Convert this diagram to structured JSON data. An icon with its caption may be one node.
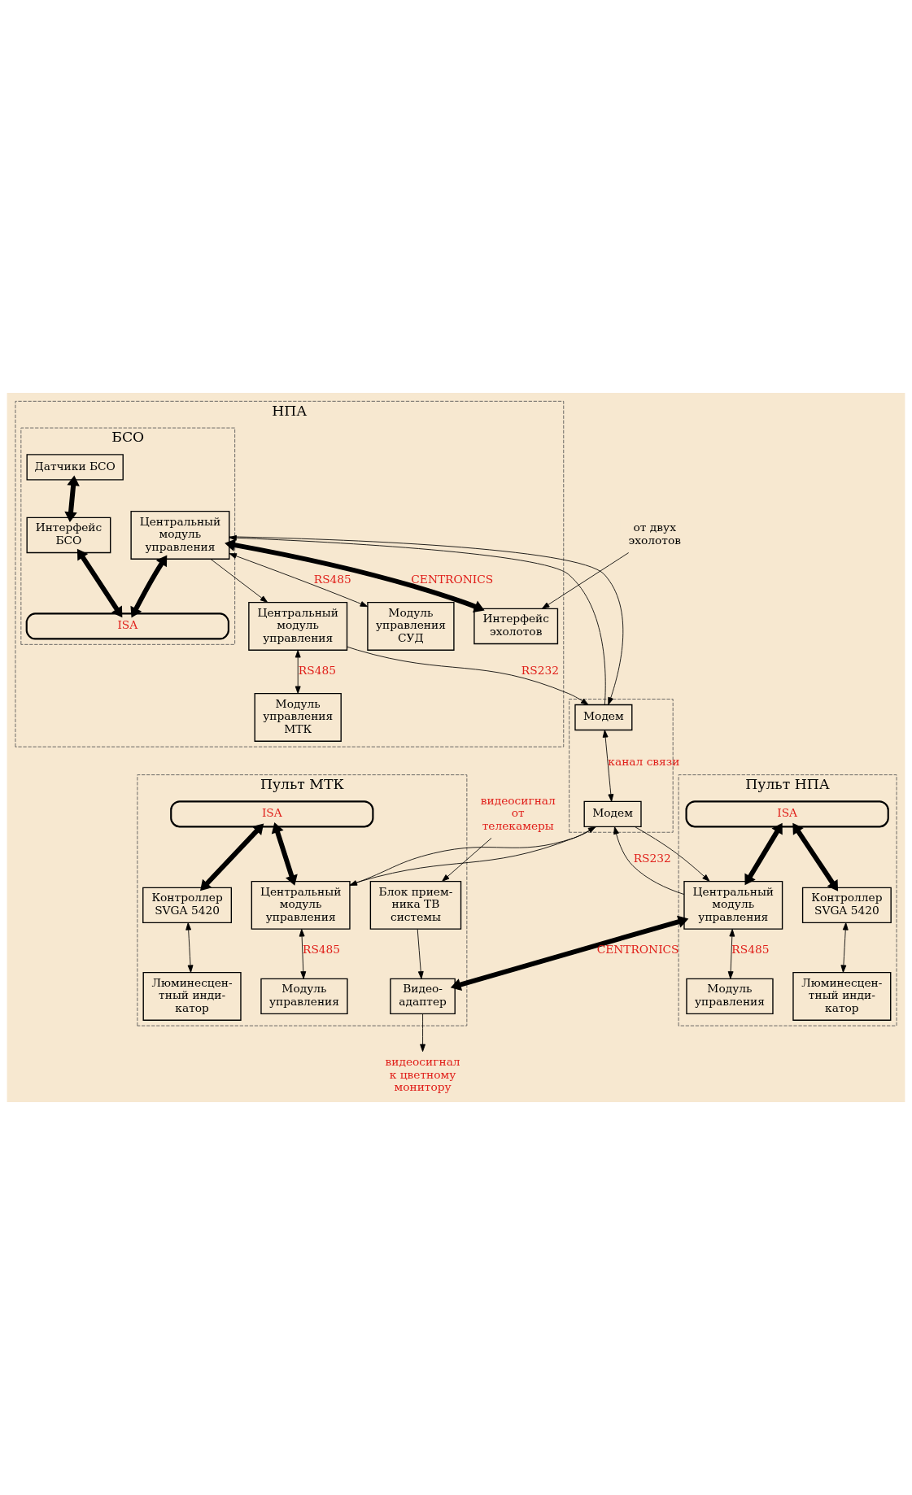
{
  "diagram": {
    "nodes": [
      {
        "text": [
          "НПА"
        ]
      },
      {
        "text": [
          "БСО"
        ],
        "in": 0
      },
      {
        "text": [
          "ISA"
        ],
        "in": 1
      },
      {
        "text": [
          "Датчики БСО"
        ],
        "in": 1
      },
      {
        "text": [
          "Интерфейс БСО"
        ],
        "in": 1
      },
      {
        "text": [
          "Центральный модуль управления"
        ],
        "in": 1
      },
      {
        "text": [
          "Интерфейс эхолотов"
        ],
        "in": 0
      },
      {
        "text": [
          "Центральный модуль управления"
        ],
        "in": 0
      },
      {
        "text": [
          "Модуль управления МТК"
        ],
        "in": 0
      },
      {
        "text": [
          "Модуль управления СУД"
        ],
        "in": 0
      },
      {
        "text": [],
        "shape": "box"
      },
      {
        "text": [
          "Модем"
        ],
        "in": 10
      },
      {
        "text": [
          "Модем"
        ],
        "in": 10
      },
      {
        "text": [
          "Пульт МТК"
        ]
      },
      {
        "text": [
          "ISA"
        ],
        "in": 13
      },
      {
        "text": [
          "Центральный модуль управления"
        ],
        "in": 13
      },
      {
        "text": [
          "Контроллер SVGA 5420"
        ],
        "in": 13
      },
      {
        "text": [
          "Люминесцен- тный инди- катор"
        ],
        "in": 13
      },
      {
        "text": [
          "Видео- адаптер"
        ],
        "in": 13
      },
      {
        "text": [
          "Блок прием- ника ТВ системы"
        ],
        "in": 13
      },
      {
        "text": [
          "Модуль управления"
        ],
        "in": 13
      },
      {
        "text": [
          "Пульт НПА"
        ]
      },
      {
        "text": [
          "Центральный модуль управления"
        ],
        "in": 21
      },
      {
        "text": [
          "Контроллер SVGA 5420"
        ],
        "in": 21
      },
      {
        "text": [
          "Люминесцен- тный инди- катор"
        ],
        "in": 21
      },
      {
        "text": [
          "Модуль управления"
        ],
        "in": 21
      },
      {
        "text": [
          "ISA"
        ],
        "in": 21
      },
      {
        "text": [
          "от двух эхолотов"
        ]
      },
      {
        "text": [
          "видеосигнал к цветному монитору"
        ]
      },
      {
        "text": [
          "видеосигнал от телекамеры"
        ]
      }
    ],
    "edges": [
      {
        "from": 3,
        "to": 4,
        "arrow": "both",
        "style": "thick"
      },
      {
        "from": 4,
        "to": 2,
        "arrow": "both",
        "style": "thick"
      },
      {
        "from": 5,
        "to": 2,
        "arrow": "both",
        "style": "thick"
      },
      {
        "from": 5,
        "to": 6,
        "arrow": "both",
        "style": "thick",
        "label": "CENTRONICS"
      },
      {
        "from": 27,
        "to": 6,
        "arrow": "to"
      },
      {
        "from": 5,
        "to": 7,
        "arrow": "to"
      },
      {
        "from": 5,
        "to": 11,
        "arrow": "to"
      },
      {
        "from": 11,
        "to": 5,
        "arrow": "to"
      },
      {
        "from": 7,
        "to": 11,
        "arrow": "to",
        "label": "RS232"
      },
      {
        "from": 5,
        "to": 9,
        "arrow": "both",
        "label": "RS485"
      },
      {
        "from": 7,
        "to": 8,
        "arrow": "both",
        "label": "RS485"
      },
      {
        "from": 11,
        "to": 12,
        "arrow": "both",
        "label": "канал связи"
      },
      {
        "from": 15,
        "to": 12,
        "arrow": "to"
      },
      {
        "from": 12,
        "to": 15,
        "arrow": "to"
      },
      {
        "from": 12,
        "to": 22,
        "arrow": "to"
      },
      {
        "from": 22,
        "to": 12,
        "arrow": "to",
        "label": "RS232"
      },
      {
        "from": 22,
        "to": 18,
        "arrow": "both",
        "style": "thick",
        "label": "CENTRONICS"
      },
      {
        "from": 14,
        "to": 15,
        "arrow": "both",
        "style": "thick"
      },
      {
        "from": 14,
        "to": 16,
        "arrow": "both",
        "style": "thick"
      },
      {
        "from": 16,
        "to": 17,
        "arrow": "both"
      },
      {
        "from": 15,
        "to": 20,
        "arrow": "both",
        "label": "RS485"
      },
      {
        "from": 19,
        "to": 18,
        "arrow": "to"
      },
      {
        "from": 18,
        "to": 28,
        "arrow": "to"
      },
      {
        "from": 29,
        "to": 19,
        "arrow": "to"
      },
      {
        "from": 26,
        "to": 22,
        "arrow": "both",
        "style": "thick"
      },
      {
        "from": 26,
        "to": 23,
        "arrow": "both",
        "style": "thick"
      },
      {
        "from": 23,
        "to": 24,
        "arrow": "both"
      },
      {
        "from": 22,
        "to": 25,
        "arrow": "both",
        "label": "RS485"
      }
    ]
  }
}
